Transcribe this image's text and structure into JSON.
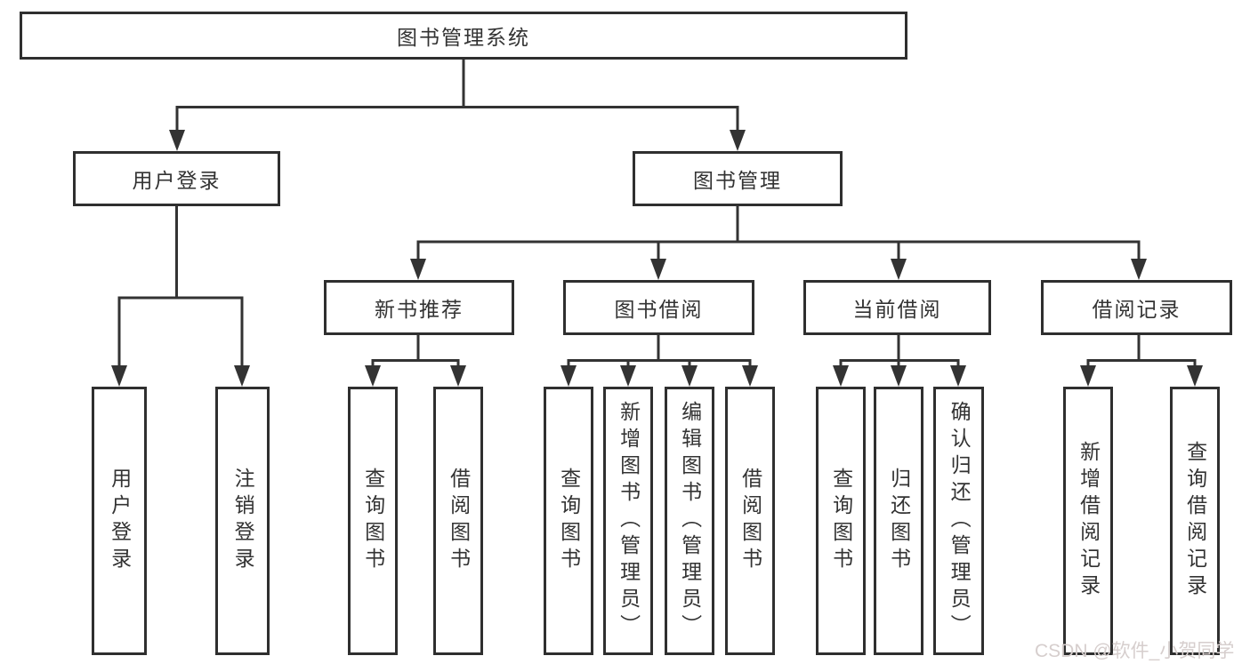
{
  "diagram_title": "图书管理系统",
  "colors": {
    "line": "#333333",
    "border": "#2f2f2f",
    "text": "#333333",
    "watermark": "#d6cecd",
    "background": "#ffffff"
  },
  "nodes": {
    "root": "图书管理系统",
    "user_login": "用户登录",
    "book_mgmt": "图书管理",
    "new_book_rec": "新书推荐",
    "book_borrow": "图书借阅",
    "current_borrow": "当前借阅",
    "borrow_record": "借阅记录",
    "leaf_user_login": "用户登录",
    "leaf_logout": "注销登录",
    "leaf_nb_query": "查询图书",
    "leaf_nb_borrow": "借阅图书",
    "leaf_bb_query": "查询图书",
    "leaf_bb_add": "新增图书（管理员）",
    "leaf_bb_edit": "编辑图书（管理员）",
    "leaf_bb_borrow": "借阅图书",
    "leaf_cb_query": "查询图书",
    "leaf_cb_return": "归还图书",
    "leaf_cb_confirm": "确认归还（管理员）",
    "leaf_br_add": "新增借阅记录",
    "leaf_br_query": "查询借阅记录"
  },
  "watermark": "CSDN @软件_小贺同学"
}
